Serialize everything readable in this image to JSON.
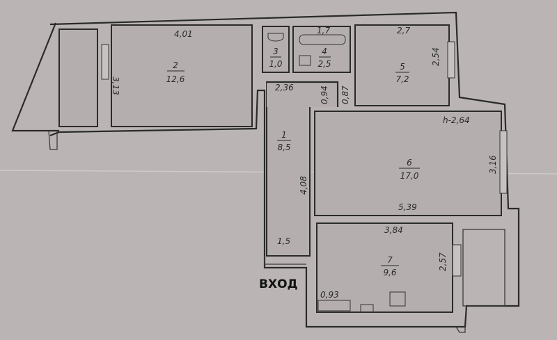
{
  "plan": {
    "entrance_label": "ВХОД",
    "ceiling_height_label": "h-2,64",
    "rooms": [
      {
        "id": "1",
        "area": "8,5",
        "dims": {
          "height": "4,08",
          "bottom": "1,5"
        }
      },
      {
        "id": "2",
        "area": "12,6",
        "dims": {
          "width": "4,01",
          "height": "3,13"
        }
      },
      {
        "id": "3",
        "area": "1,0",
        "dims": {}
      },
      {
        "id": "4",
        "area": "2,5",
        "dims": {
          "width": "1,7"
        }
      },
      {
        "id": "5",
        "area": "7,2",
        "dims": {
          "width": "2,7",
          "height": "2,54"
        }
      },
      {
        "id": "6",
        "area": "17,0",
        "dims": {
          "width": "5,39",
          "height": "3,16"
        }
      },
      {
        "id": "7",
        "area": "9,6",
        "dims": {
          "width": "3,84",
          "height": "2,57",
          "counter": "0,93"
        }
      }
    ],
    "corridor_dims": {
      "hall_width": "2,36",
      "a": "0,94",
      "b": "0,87"
    }
  }
}
